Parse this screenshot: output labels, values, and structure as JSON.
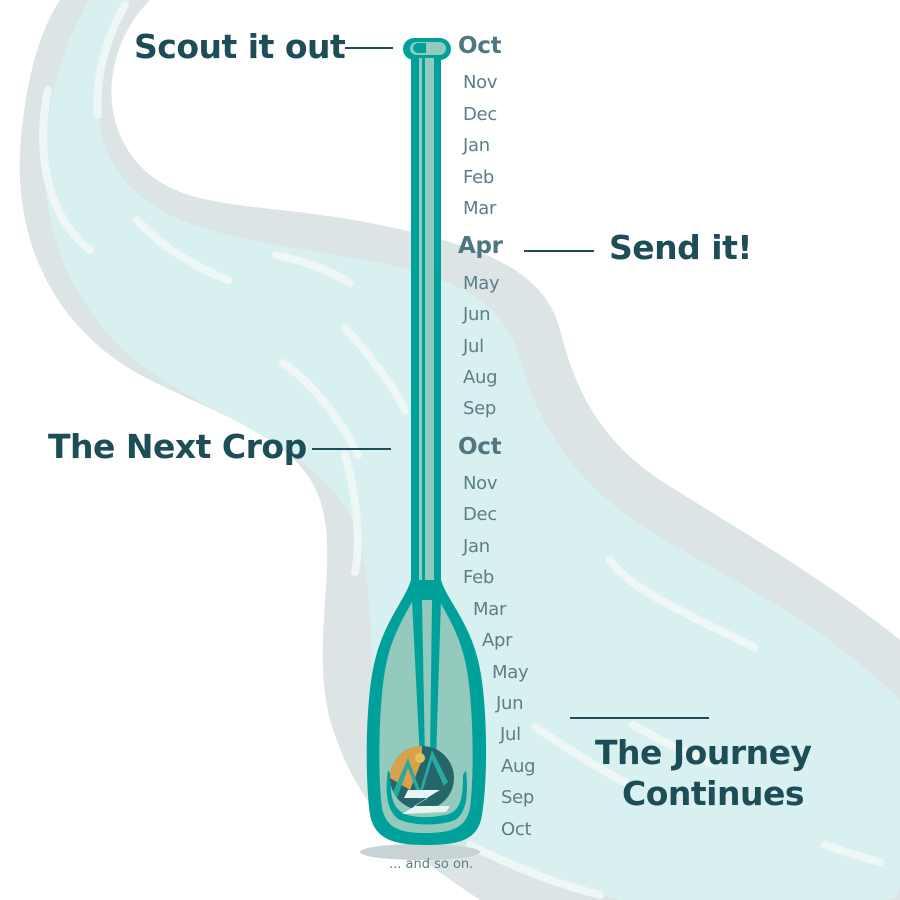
{
  "colors": {
    "bank": "#dce4e5",
    "water": "#d9f0f0",
    "highlight": "#eef7f5",
    "paddle_dark": "#00a19a",
    "paddle_light": "#94c9be",
    "label": "#1d4d56",
    "month": "#5a7f86",
    "logo_sun": "#dba14a",
    "logo_mountain": "#24666a"
  },
  "milestones": [
    {
      "label": "Scout it out",
      "month": "Oct"
    },
    {
      "label": "Send it!",
      "month": "Apr"
    },
    {
      "label": "The Next Crop",
      "month": "Oct"
    },
    {
      "label": "The Journey Continues",
      "line1": "The Journey",
      "line2": "Continues",
      "month": "Oct"
    }
  ],
  "timeline": {
    "months": [
      "Oct",
      "Nov",
      "Dec",
      "Jan",
      "Feb",
      "Mar",
      "Apr",
      "May",
      "Jun",
      "Jul",
      "Aug",
      "Sep",
      "Oct",
      "Nov",
      "Dec",
      "Jan",
      "Feb",
      "Mar",
      "Apr",
      "May",
      "Jun",
      "Jul",
      "Aug",
      "Sep",
      "Oct"
    ],
    "major_indices": [
      0,
      6,
      12
    ]
  },
  "footnote": "... and so on.",
  "logo": {
    "icon": "mountain-z-logo-icon"
  }
}
